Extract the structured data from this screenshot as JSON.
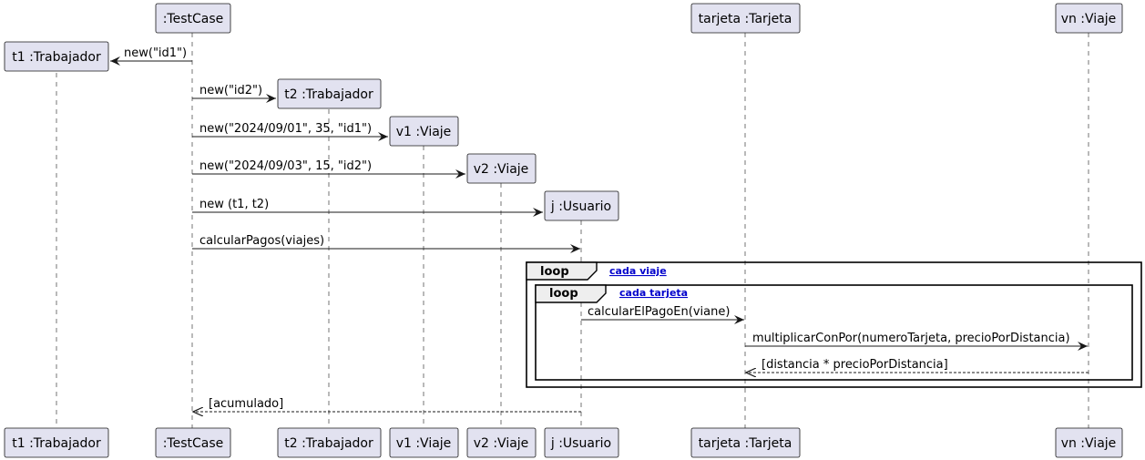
{
  "participants": [
    {
      "id": "t1",
      "label": "t1 :Trabajador"
    },
    {
      "id": "tc",
      "label": ":TestCase"
    },
    {
      "id": "t2",
      "label": "t2 :Trabajador"
    },
    {
      "id": "v1",
      "label": "v1 :Viaje"
    },
    {
      "id": "v2",
      "label": "v2 :Viaje"
    },
    {
      "id": "j",
      "label": "j :Usuario"
    },
    {
      "id": "tarjeta",
      "label": "tarjeta :Tarjeta"
    },
    {
      "id": "vn",
      "label": "vn :Viaje"
    }
  ],
  "messages": [
    {
      "from": "tc",
      "to": "t1",
      "label": "new(\"id1\")",
      "kind": "create"
    },
    {
      "from": "tc",
      "to": "t2",
      "label": "new(\"id2\")",
      "kind": "create"
    },
    {
      "from": "tc",
      "to": "v1",
      "label": "new(\"2024/09/01\", 35, \"id1\")",
      "kind": "create"
    },
    {
      "from": "tc",
      "to": "v2",
      "label": "new(\"2024/09/03\", 15, \"id2\")",
      "kind": "create"
    },
    {
      "from": "tc",
      "to": "j",
      "label": "new (t1, t2)",
      "kind": "create"
    },
    {
      "from": "tc",
      "to": "j",
      "label": "calcularPagos(viajes)",
      "kind": "call"
    },
    {
      "from": "j",
      "to": "tarjeta",
      "label": "calcularElPagoEn(viane)",
      "kind": "call"
    },
    {
      "from": "tarjeta",
      "to": "vn",
      "label": "multiplicarConPor(numeroTarjeta, precioPorDistancia)",
      "kind": "call"
    },
    {
      "from": "vn",
      "to": "tarjeta",
      "label": "[distancia * precioPorDistancia]",
      "kind": "return"
    },
    {
      "from": "j",
      "to": "tc",
      "label": "[acumulado]",
      "kind": "return"
    }
  ],
  "fragments": [
    {
      "keyword": "loop",
      "guard": "cada viaje"
    },
    {
      "keyword": "loop",
      "guard": "cada tarjeta"
    }
  ],
  "colors": {
    "participant_fill": "#e2e2f0",
    "participant_border": "#181818",
    "line": "#181818",
    "fragment_header_fill": "#eeeeee",
    "guard_link": "#0000cc"
  }
}
